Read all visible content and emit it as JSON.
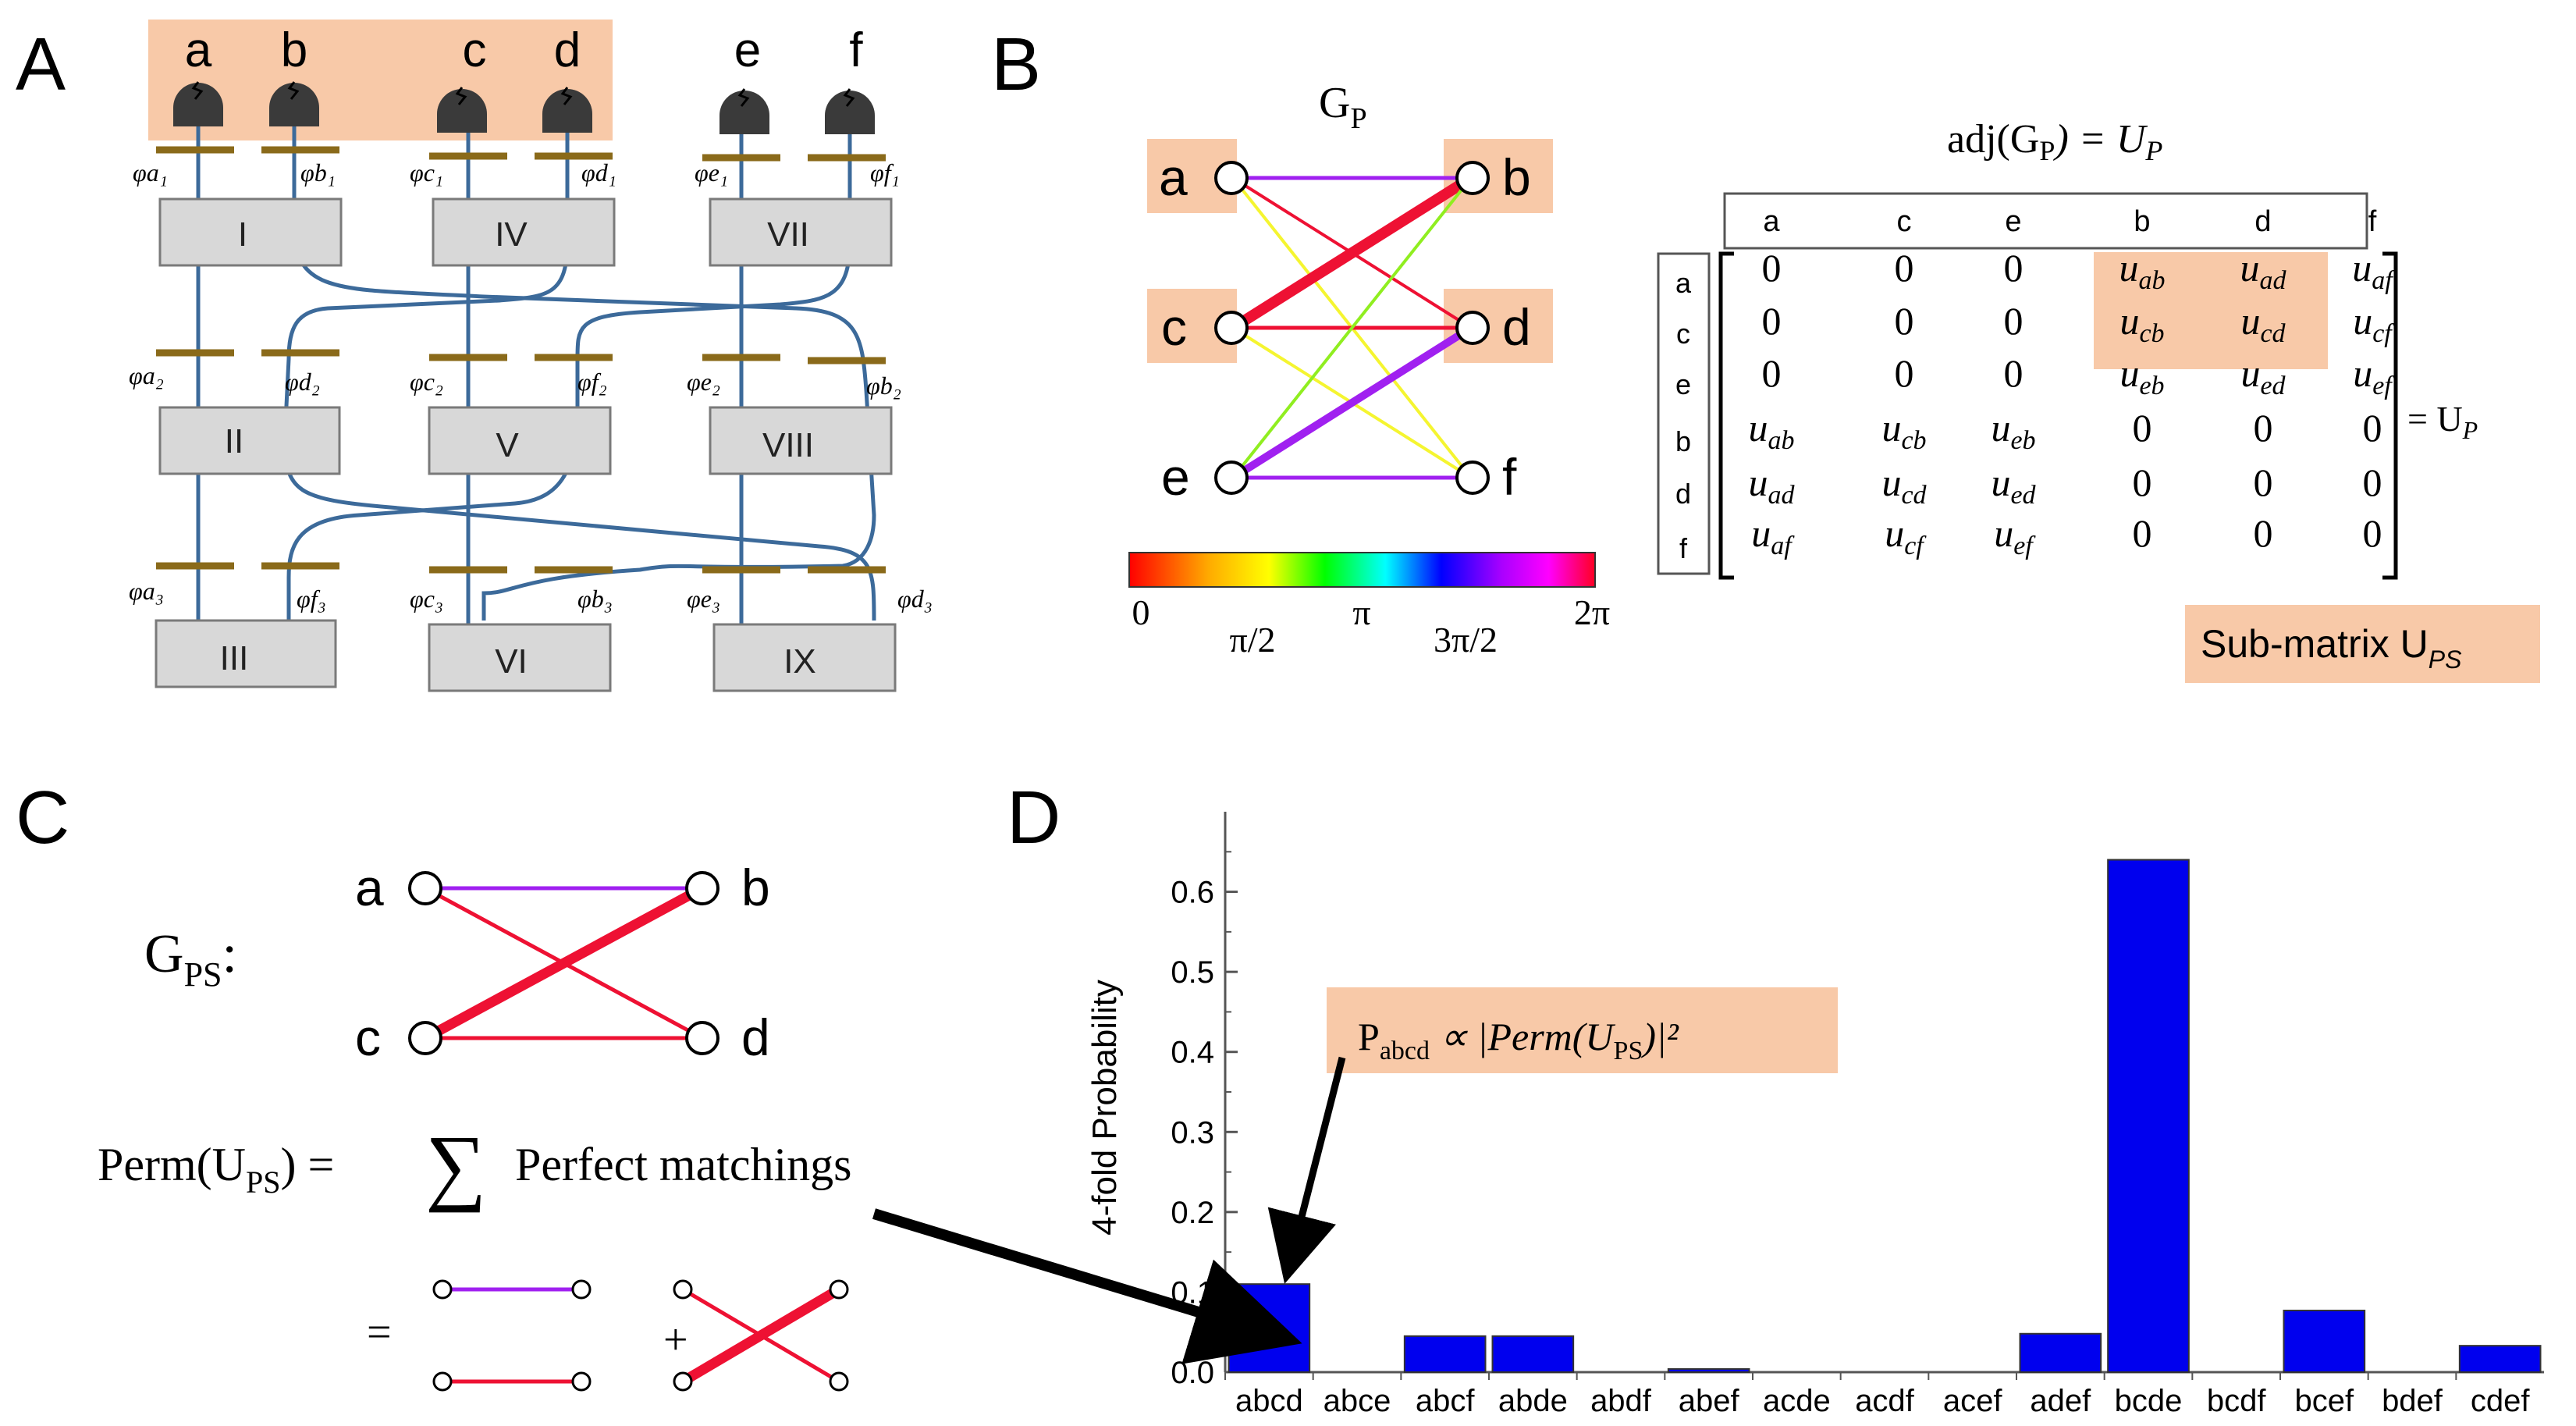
{
  "panels": {
    "A": {
      "letter": "A",
      "detector_labels": [
        "a",
        "b",
        "c",
        "d",
        "e",
        "f"
      ],
      "crystal_labels": [
        "I",
        "II",
        "III",
        "IV",
        "V",
        "VI",
        "VII",
        "VIII",
        "IX"
      ],
      "phase_labels": {
        "r1": [
          "φa₁",
          "φb₁",
          "φc₁",
          "φd₁",
          "φe₁",
          "φf₁"
        ],
        "r2": [
          "φa₂",
          "φd₂",
          "φc₂",
          "φf₂",
          "φe₂",
          "φb₂"
        ],
        "r3": [
          "φa₃",
          "φf₃",
          "φc₃",
          "φb₃",
          "φe₃",
          "φd₃"
        ]
      }
    },
    "B": {
      "letter": "B",
      "graph_title": "G",
      "graph_title_sub": "P",
      "node_labels": [
        "a",
        "b",
        "c",
        "d",
        "e",
        "f"
      ],
      "colorbar_ticks": [
        "0",
        "π/2",
        "π",
        "3π/2",
        "2π"
      ],
      "matrix_title": "adj(G",
      "matrix_title_sub": "P",
      "matrix_title_rhs": ") = U",
      "matrix_title_rhs_sub": "P",
      "col_headers": [
        "a",
        "c",
        "e",
        "b",
        "d",
        "f"
      ],
      "row_headers": [
        "a",
        "c",
        "e",
        "b",
        "d",
        "f"
      ],
      "matrix_rows": [
        [
          "0",
          "0",
          "0",
          "u_ab",
          "u_ad",
          "u_af"
        ],
        [
          "0",
          "0",
          "0",
          "u_cb",
          "u_cd",
          "u_cf"
        ],
        [
          "0",
          "0",
          "0",
          "u_eb",
          "u_ed",
          "u_ef"
        ],
        [
          "u_ab",
          "u_cb",
          "u_eb",
          "0",
          "0",
          "0"
        ],
        [
          "u_ad",
          "u_cd",
          "u_ed",
          "0",
          "0",
          "0"
        ],
        [
          "u_af",
          "u_cf",
          "u_ef",
          "0",
          "0",
          "0"
        ]
      ],
      "matrix_rhs": "= U",
      "matrix_rhs_sub": "P",
      "submatrix_label": "Sub-matrix U",
      "submatrix_sub": "PS"
    },
    "C": {
      "letter": "C",
      "graph_label": "G",
      "graph_label_sub": "PS",
      "graph_label_colon": ":",
      "node_labels": [
        "a",
        "b",
        "c",
        "d"
      ],
      "perm_lhs": "Perm(U",
      "perm_lhs_sub": "PS",
      "perm_lhs_end": ") =",
      "sum_symbol": "∑",
      "perm_rhs": "Perfect matchings",
      "eq_sign": "=",
      "plus_sign": "+"
    },
    "D": {
      "letter": "D",
      "annotation": "P",
      "annotation_sub": "abcd",
      "annotation_rest": " ∝ |Perm(U",
      "annotation_rest_sub": "PS",
      "annotation_end": ")|²"
    }
  },
  "colors": {
    "highlight": "#f8c9a8",
    "crystal_fill": "#d8d8d8",
    "fiber": "#3c6a9a",
    "plate": "#8a6a1a",
    "bar": "#0000ee",
    "violet": "#a020f0",
    "red": "#ee1133",
    "yellow": "#f5f530",
    "green": "#90ee20"
  },
  "chart_data": {
    "type": "bar",
    "categories": [
      "abcd",
      "abce",
      "abcf",
      "abde",
      "abdf",
      "abef",
      "acde",
      "acdf",
      "acef",
      "adef",
      "bcde",
      "bcdf",
      "bcef",
      "bdef",
      "cdef"
    ],
    "values": [
      0.11,
      0.0,
      0.045,
      0.045,
      0.0,
      0.004,
      0.0,
      0.0,
      0.0,
      0.048,
      0.64,
      0.0,
      0.077,
      0.0,
      0.033
    ],
    "title": "",
    "xlabel": "",
    "ylabel": "4-fold  Probability",
    "ylim": [
      0,
      0.7
    ],
    "yticks": [
      "0.0",
      "0.1",
      "0.2",
      "0.3",
      "0.4",
      "0.5",
      "0.6"
    ],
    "grid": false,
    "legend": "none"
  }
}
